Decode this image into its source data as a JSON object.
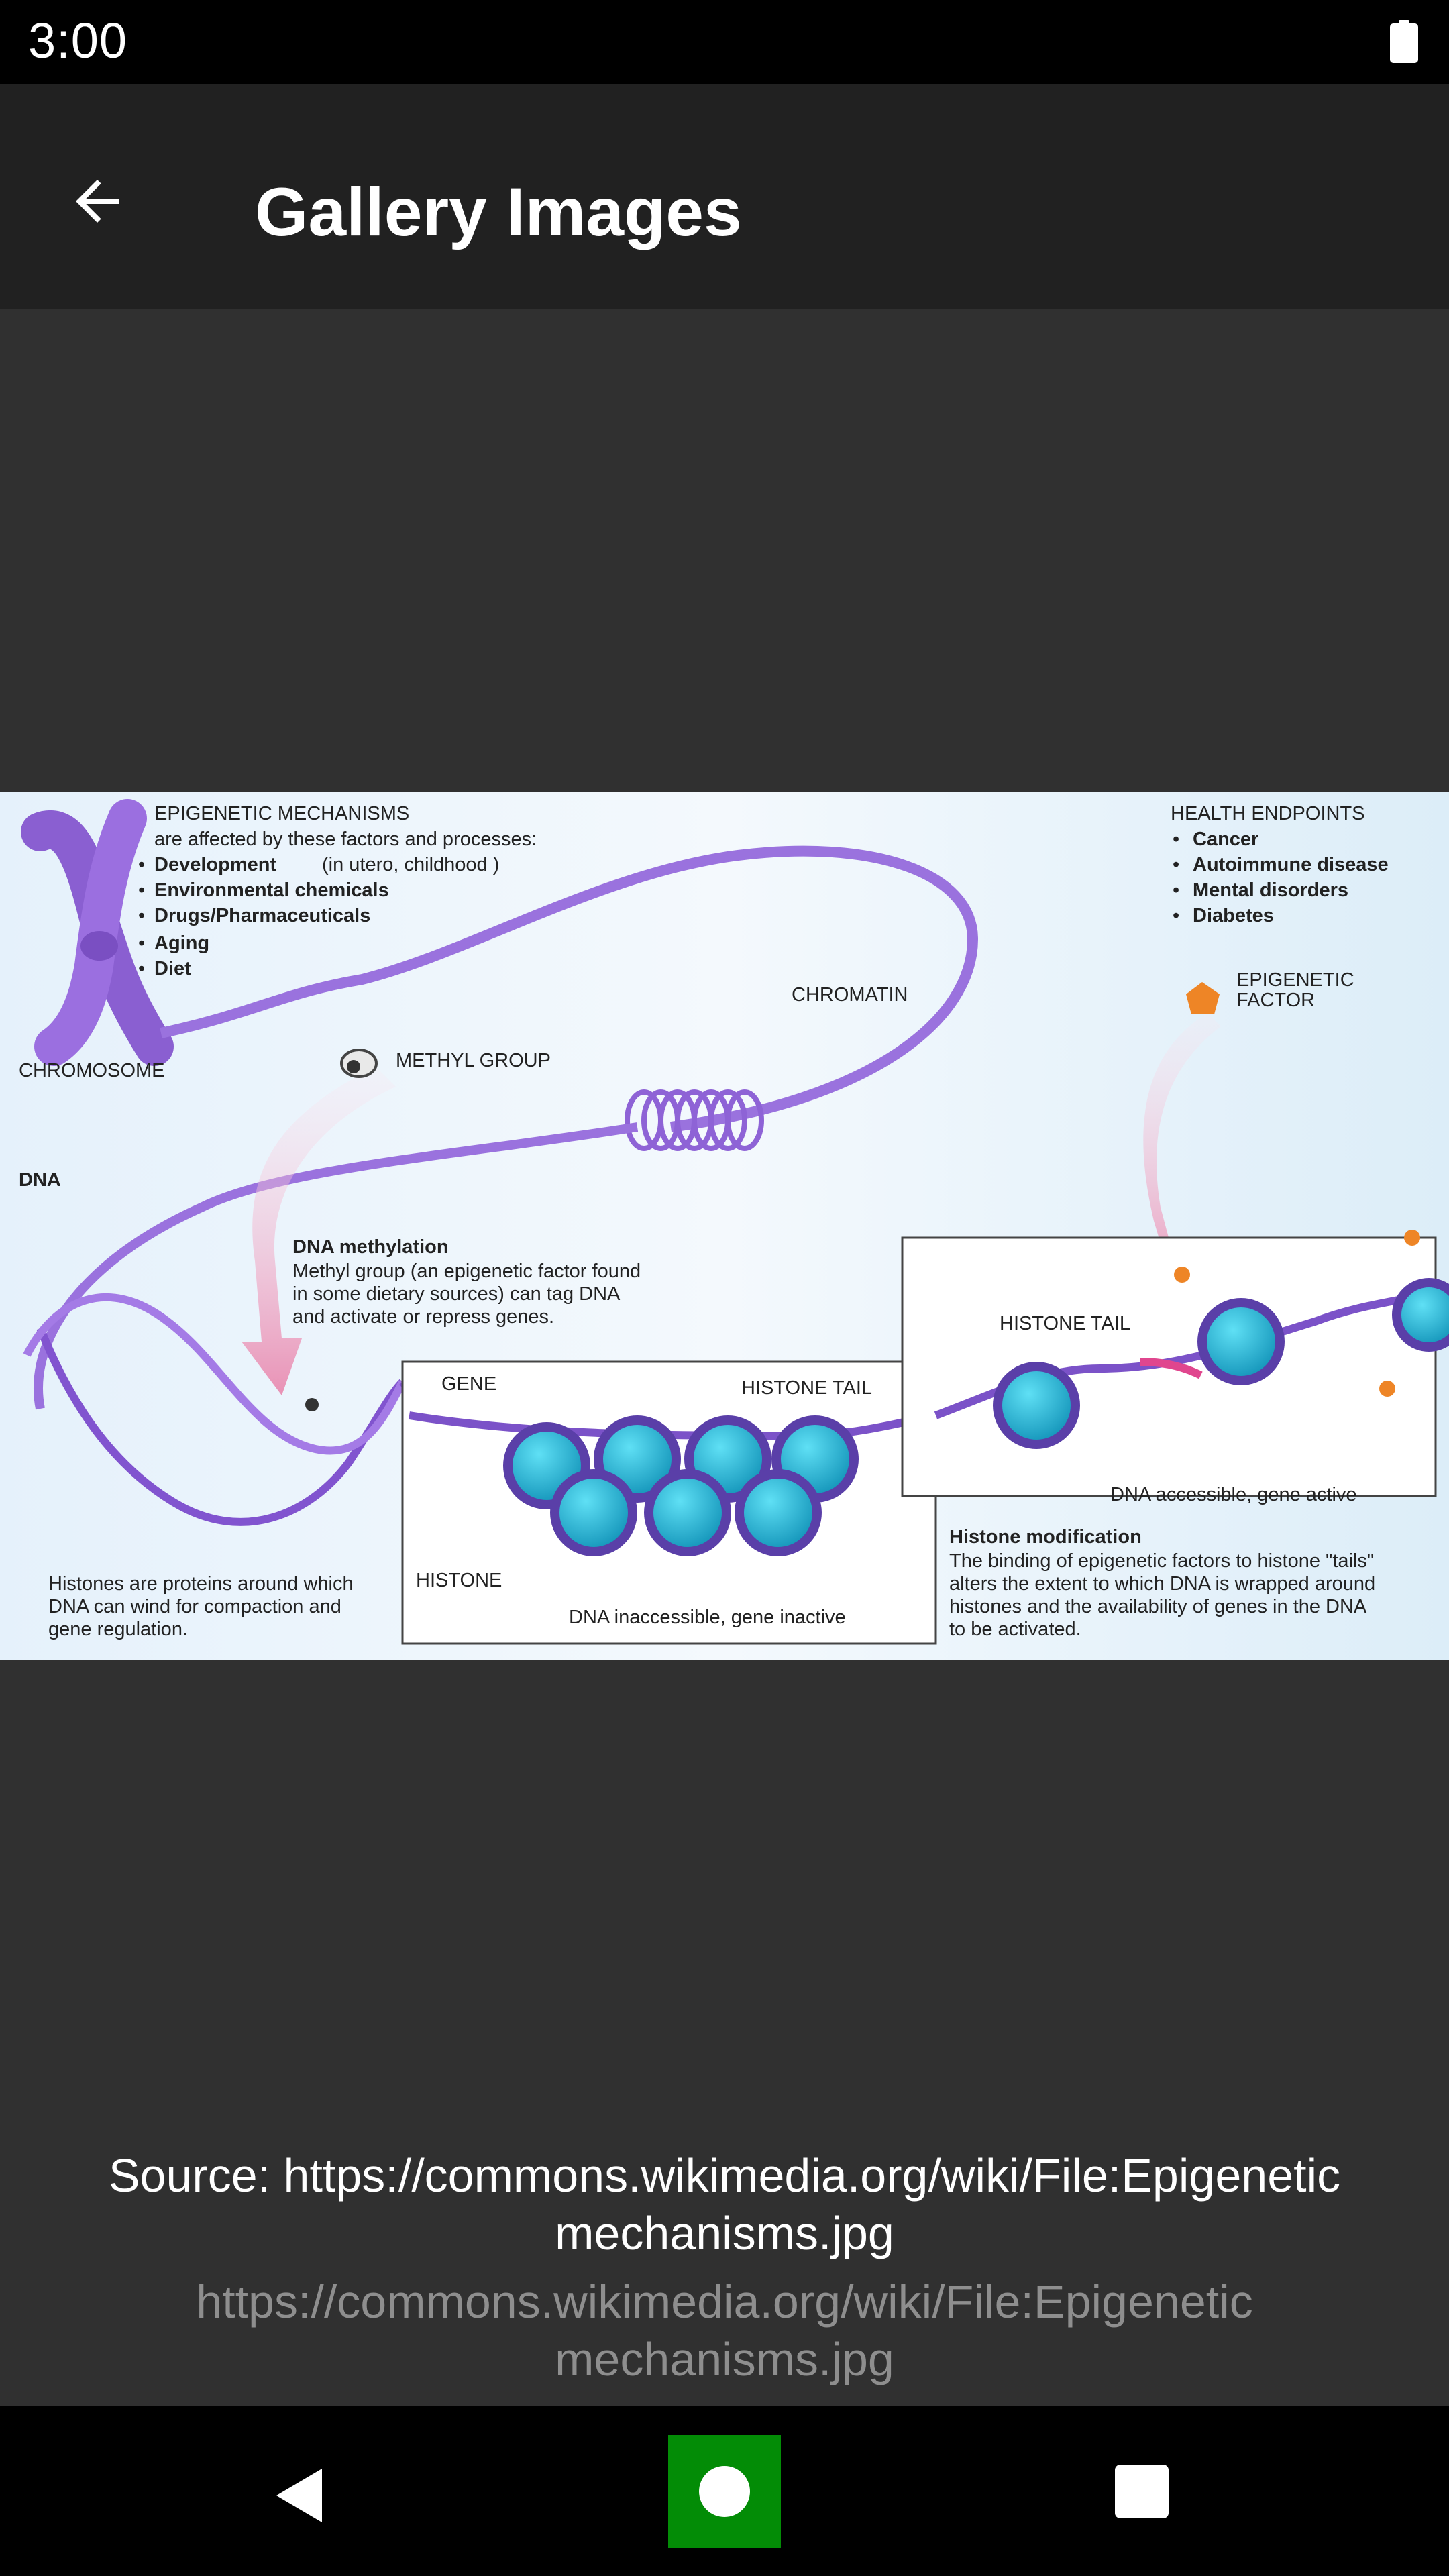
{
  "status_bar": {
    "time": "3:00",
    "battery_icon": "battery-full-icon"
  },
  "app_bar": {
    "title": "Gallery Images",
    "back_icon": "arrow-back-icon"
  },
  "figure": {
    "mechanisms_title": "EPIGENETIC MECHANISMS",
    "mechanisms_subtitle": "are affected by these factors and processes:",
    "factors": [
      "Development",
      "Environmental chemicals",
      "Drugs/Pharmaceuticals",
      "Aging",
      "Diet"
    ],
    "development_note": "(in utero, childhood )",
    "health_title": "HEALTH ENDPOINTS",
    "health_items": [
      "Cancer",
      "Autoimmune disease",
      "Mental disorders",
      "Diabetes"
    ],
    "chromosome_label": "CHROMOSOME",
    "chromatin_label": "CHROMATIN",
    "methyl_label": "METHYL GROUP",
    "dna_label": "DNA",
    "epigenetic_factor_line1": "EPIGENETIC",
    "epigenetic_factor_line2": "FACTOR",
    "methylation_title": "DNA methylation",
    "methylation_text": [
      "Methyl group (an epigenetic factor found",
      "in some dietary sources) can tag DNA",
      "and activate or repress genes."
    ],
    "gene_label": "GENE",
    "histone_tail_label": "HISTONE TAIL",
    "histone_label": "HISTONE",
    "inactive_label": "DNA inaccessible, gene inactive",
    "active_label": "DNA accessible, gene active",
    "histone_mod_title": "Histone modification",
    "histone_mod_text": [
      "The binding of epigenetic factors to histone \"tails\"",
      "alters the extent to which DNA is wrapped around",
      "histones and the availability of genes in the DNA",
      "to be activated."
    ],
    "histones_note": [
      "Histones are proteins around which",
      "DNA can wind for compaction and",
      "gene regulation."
    ]
  },
  "caption": {
    "source_line1": "Source: https://commons.wikimedia.org/wiki/File:Epigenetic",
    "source_line2": "mechanisms.jpg",
    "link_line1": "https://commons.wikimedia.org/wiki/File:Epigenetic",
    "link_line2": "mechanisms.jpg"
  },
  "nav_bar": {
    "back_icon": "nav-back-icon",
    "home_icon": "nav-home-icon",
    "recents_icon": "nav-recents-icon"
  }
}
